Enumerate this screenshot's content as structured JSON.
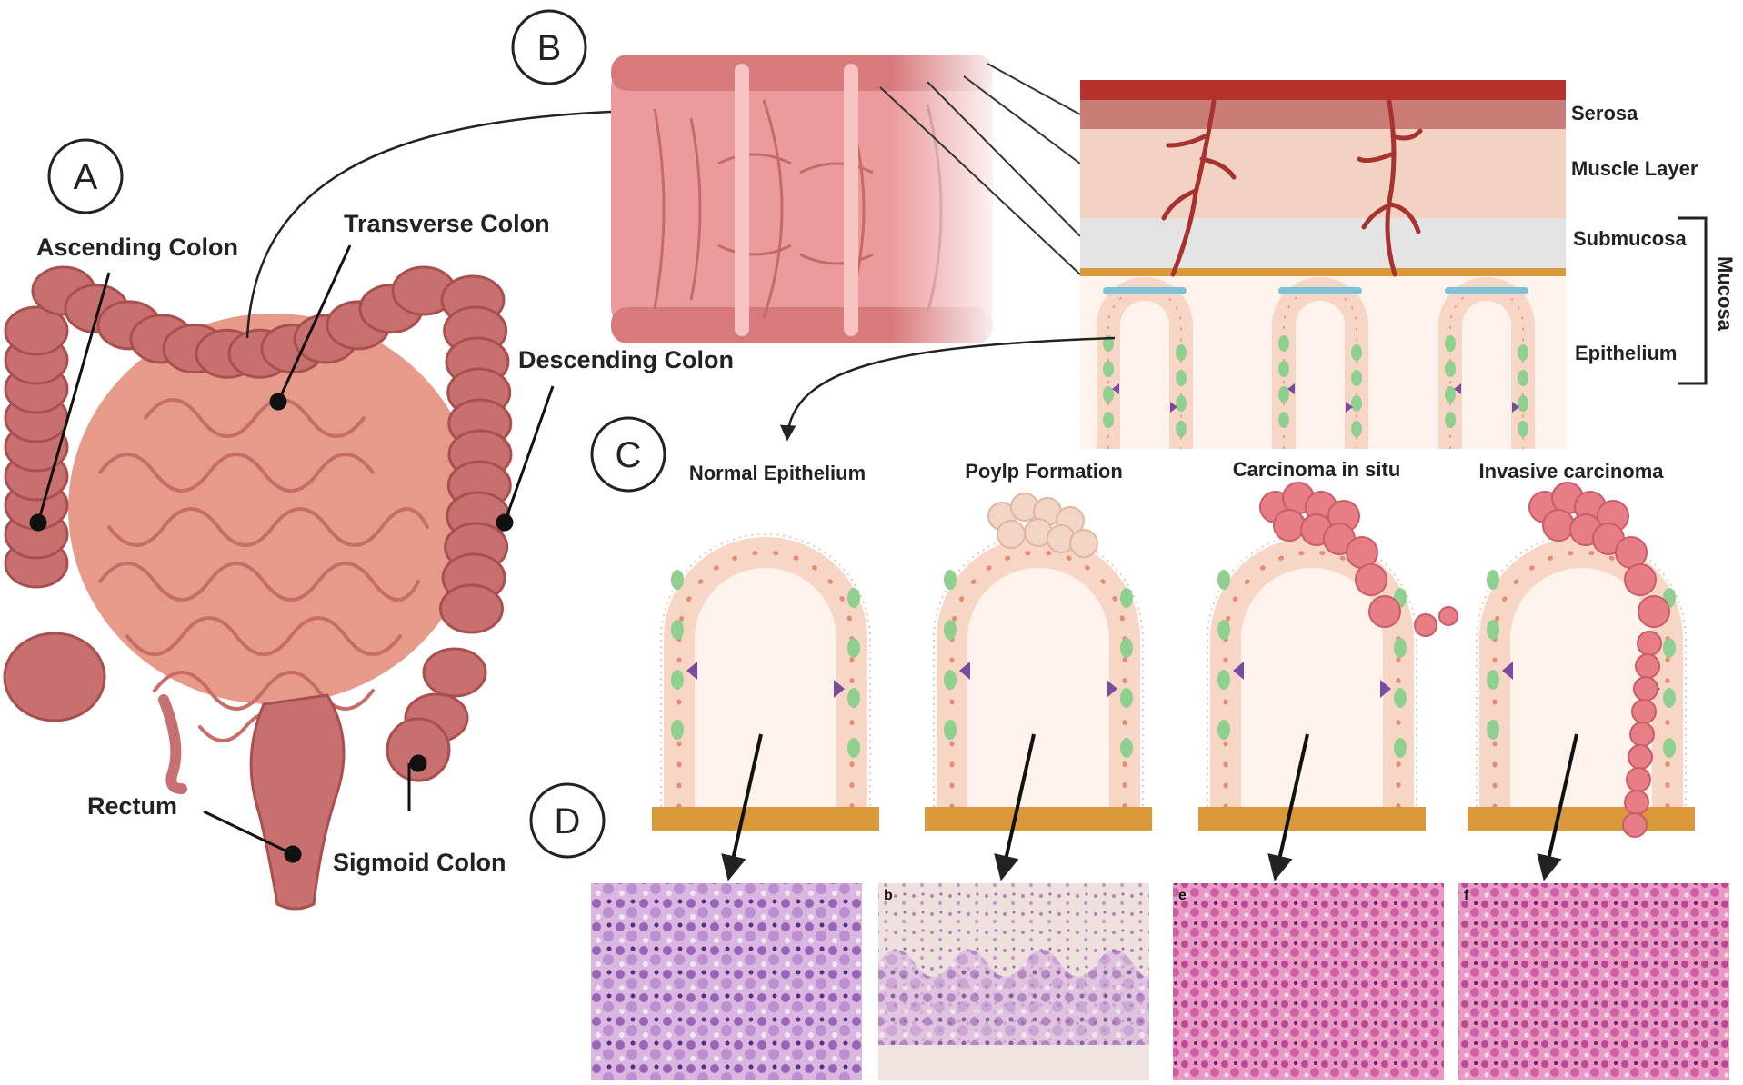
{
  "panels": {
    "a": "A",
    "b": "B",
    "c": "C",
    "d": "D"
  },
  "colon_labels": {
    "ascending": "Ascending Colon",
    "transverse": "Transverse Colon",
    "descending": "Descending Colon",
    "rectum": "Rectum",
    "sigmoid": "Sigmoid Colon"
  },
  "wall_layers": {
    "serosa": "Serosa",
    "muscle": "Muscle Layer",
    "submucosa": "Submucosa",
    "epithelium": "Epithelium",
    "mucosa": "Mucosa"
  },
  "stages": [
    {
      "label": "Normal Epithelium",
      "micrograph_letter": ""
    },
    {
      "label": "Poylp Formation",
      "micrograph_letter": "b"
    },
    {
      "label": "Carcinoma in situ",
      "micrograph_letter": "e"
    },
    {
      "label": "Invasive carcinoma",
      "micrograph_letter": "f"
    }
  ],
  "colors": {
    "colon": "#c8706f",
    "colon_dark": "#a9504f",
    "small_intestine": "#e89a8a",
    "serosa": "#b5312c",
    "muscle": "#f4d2c3",
    "submucosa": "#e4e4e4",
    "basement": "#d9993a",
    "epithelium": "#f8d6c6",
    "tumor": "#e77e86",
    "he_purple": "#9a60b8",
    "he_pink": "#d25c9a"
  }
}
